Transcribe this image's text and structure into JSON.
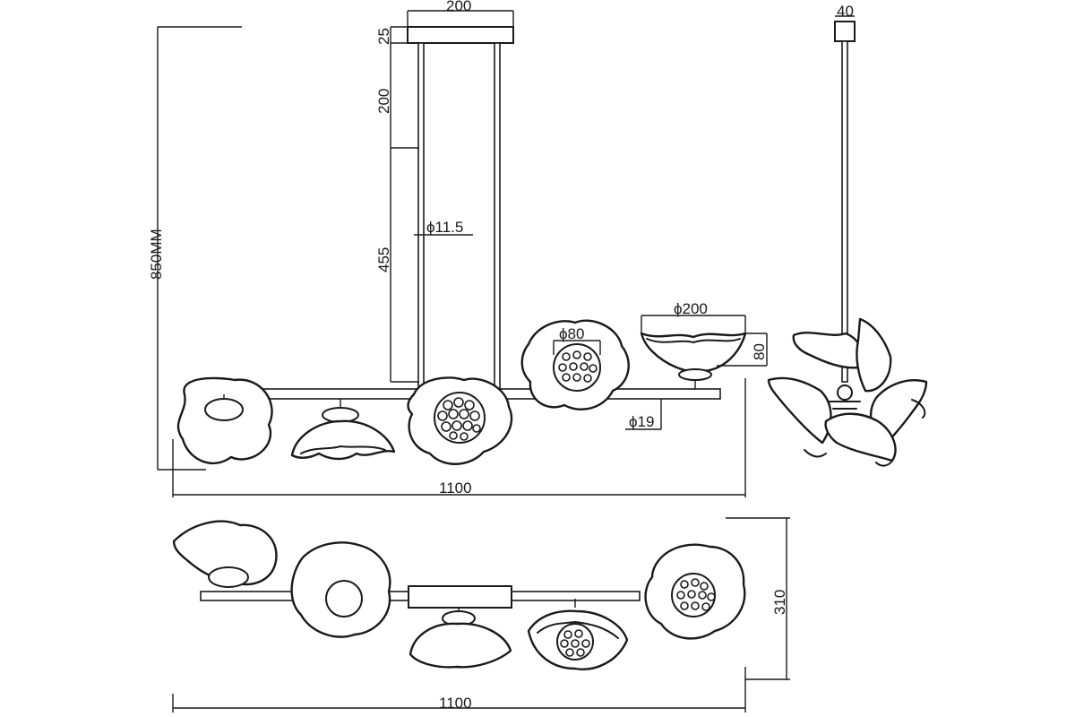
{
  "dimensions": {
    "total_height": "850MM",
    "canopy_width": "200",
    "canopy_height": "25",
    "rod_upper": "200",
    "rod_lower": "455",
    "rod_diameter": "ϕ11.5",
    "bar_diameter": "ϕ19",
    "shade_core_diameter": "ϕ80",
    "shade_diameter": "ϕ200",
    "shade_height": "80",
    "front_length": "1100",
    "side_canopy_width": "40",
    "top_depth": "310",
    "top_length": "1100"
  }
}
